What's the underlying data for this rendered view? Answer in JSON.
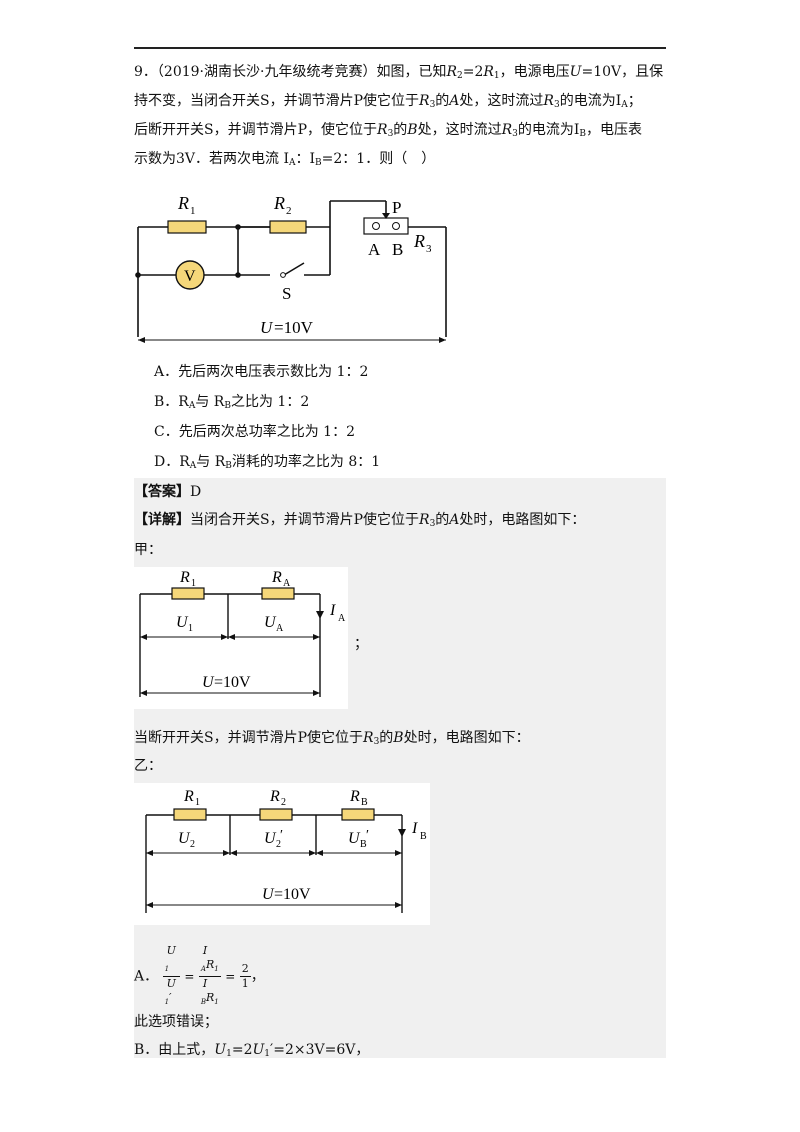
{
  "question": {
    "number": "9．",
    "source": "（2019·湖南长沙·九年级统考竞赛）",
    "line1_text": "如图，已知",
    "line1_text2": "，电源电压",
    "line1_text3": "，且保",
    "line2": "持不变，当闭合开关S，并调节滑片P使它位于",
    "line2b": "的",
    "line2c": "处，这时流过",
    "line2d": "的电流为I",
    "line2e": "；",
    "line3": "后断开开关S，并调节滑片P，使它位于",
    "line3b": "的",
    "line3c": "处，这时流过",
    "line3d": "的电流为I",
    "line3e": "，电压表",
    "line4": "示数为3V．若两次电流 I",
    "line4b": "：I",
    "line4c": "=2：1．则（　）"
  },
  "options": [
    {
      "label": "A．",
      "text": "先后两次电压表示数比为 1：2"
    },
    {
      "label": "B．",
      "text": "R",
      "s1": "A",
      "mid": "与 R",
      "s2": "B",
      "tail": "之比为 1：2"
    },
    {
      "label": "C．",
      "text": "先后两次总功率之比为 1：2"
    },
    {
      "label": "D．",
      "text": "R",
      "s1": "A",
      "mid": "与 R",
      "s2": "B",
      "tail": "消耗的功率之比为 8：1"
    }
  ],
  "answer": {
    "label": "【答案】",
    "value": "D",
    "detail_label": "【详解】",
    "detail1": "当闭合开关S，并调节滑片P使它位于",
    "detail1b": "的",
    "detail1c": "处时，电路图如下：",
    "jia": "甲：",
    "semicolon": "；",
    "detail2": "当断开开关S，并调节滑片P使它位于",
    "detail2b": "的",
    "detail2c": "处时，电路图如下：",
    "yi": "乙：",
    "a_prefix": "A．",
    "a_suffix": "，",
    "wrong": "此选项错误；",
    "b_line": "B．由上式，"
  },
  "math": {
    "R2": "R",
    "R1": "R",
    "R3": "R",
    "eq_R": "=2",
    "U": "U",
    "U_val": "=10V",
    "A": "A",
    "B": "B",
    "b_eq": "=2×3V=6V，",
    "frac_num1": "U",
    "frac_den1": "U",
    "frac_num2": "I",
    "frac_den2": "I",
    "frac_res_num": "2",
    "frac_res_den": "1"
  },
  "circuit_main": {
    "R1": "R",
    "R1_sub": "1",
    "R2": "R",
    "R2_sub": "2",
    "P": "P",
    "A": "A",
    "B": "B",
    "R3": "R",
    "R3_sub": "3",
    "V": "V",
    "S": "S",
    "U": "U",
    "U_val": "=10V"
  },
  "circuit_jia": {
    "R1": "R",
    "R1_sub": "1",
    "RA": "R",
    "RA_sub": "A",
    "U1": "U",
    "U1_sub": "1",
    "UA": "U",
    "UA_sub": "A",
    "I": "I",
    "I_sub": "A",
    "U": "U",
    "U_val": "=10V"
  },
  "circuit_yi": {
    "R1": "R",
    "R1_sub": "1",
    "R2": "R",
    "R2_sub": "2",
    "RB": "R",
    "RB_sub": "B",
    "U2": "U",
    "U2_sub": "2",
    "U2p": "U",
    "U2p_sub": "2",
    "prime": "′",
    "UB": "U",
    "UB_sub": "B",
    "I": "I",
    "I_sub": "B",
    "U": "U",
    "U_val": "=10V"
  }
}
